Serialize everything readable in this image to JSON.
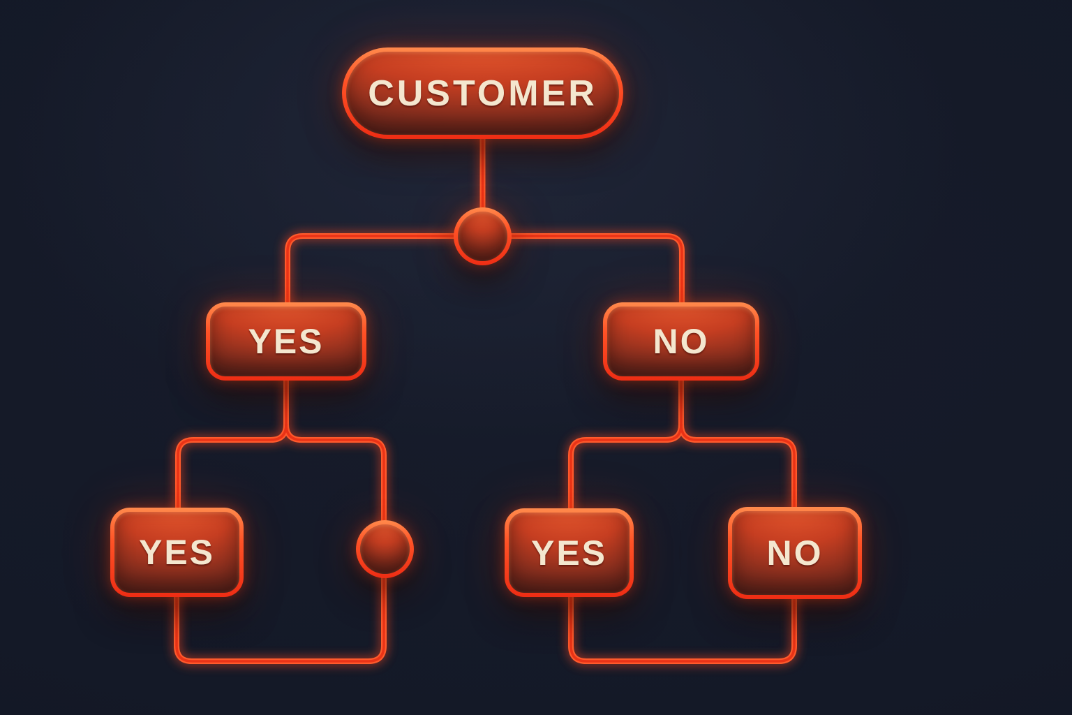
{
  "diagram": {
    "type": "decision-tree-flowchart",
    "nodes": [
      {
        "id": "customer",
        "label": "CUSTOMER",
        "shape": "pill"
      },
      {
        "id": "branch-dot-top",
        "label": "",
        "shape": "circle"
      },
      {
        "id": "yes-branch",
        "label": "YES",
        "shape": "box"
      },
      {
        "id": "no-branch",
        "label": "NO",
        "shape": "box"
      },
      {
        "id": "yes-leaf-left",
        "label": "YES",
        "shape": "box"
      },
      {
        "id": "branch-dot-left",
        "label": "",
        "shape": "circle"
      },
      {
        "id": "yes-leaf-mid",
        "label": "YES",
        "shape": "box"
      },
      {
        "id": "no-leaf-right",
        "label": "NO",
        "shape": "box"
      }
    ],
    "edges": [
      {
        "from": "customer",
        "to": "branch-dot-top"
      },
      {
        "from": "branch-dot-top",
        "to": "yes-branch"
      },
      {
        "from": "branch-dot-top",
        "to": "no-branch"
      },
      {
        "from": "yes-branch",
        "to": "yes-leaf-left"
      },
      {
        "from": "yes-branch",
        "to": "branch-dot-left"
      },
      {
        "from": "yes-leaf-left",
        "to": "branch-dot-left",
        "style": "bottom-loop"
      },
      {
        "from": "no-branch",
        "to": "yes-leaf-mid"
      },
      {
        "from": "no-branch",
        "to": "no-leaf-right"
      },
      {
        "from": "yes-leaf-mid",
        "to": "no-leaf-right",
        "style": "bottom-loop"
      }
    ],
    "colors": {
      "background": "#141927",
      "line": "#ff4a22",
      "line_core": "#ea3317",
      "node_border_top": "#ff8a4c",
      "node_border_bottom": "#ee2d14",
      "node_fill_top": "#e85a2f",
      "node_fill_bottom": "#44201e",
      "label_text": "#f4e7cf"
    }
  }
}
